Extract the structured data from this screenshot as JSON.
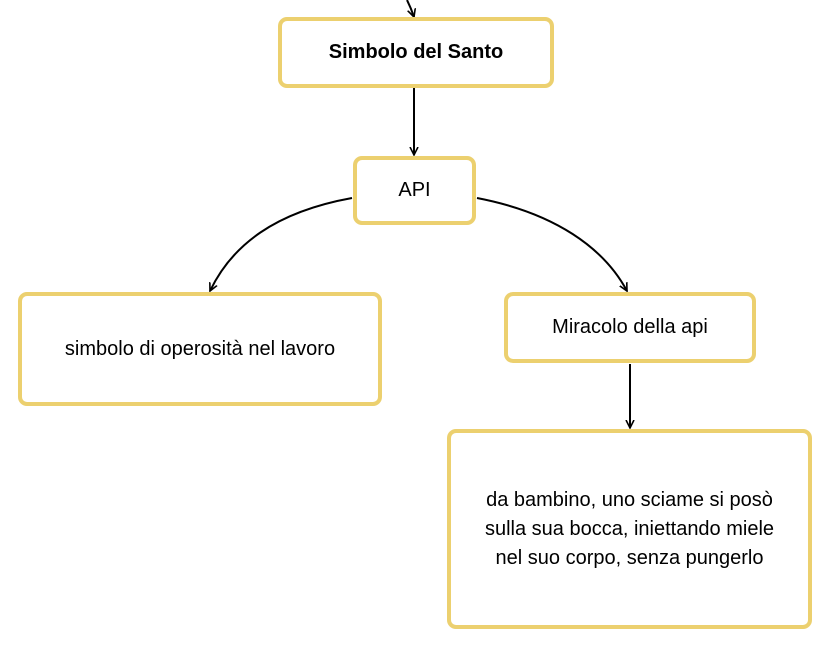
{
  "diagram": {
    "nodes": {
      "simbolo": {
        "label": "Simbolo del Santo"
      },
      "api": {
        "label": "API"
      },
      "operosita": {
        "label": "simbolo di operosità nel lavoro"
      },
      "miracolo": {
        "label": "Miracolo della api"
      },
      "descrizione": {
        "lines": [
          "da bambino, uno sciame si posò",
          "sulla sua bocca, iniettando miele",
          "nel suo corpo, senza pungerlo"
        ]
      }
    },
    "edges": [
      {
        "from": "top",
        "to": "simbolo"
      },
      {
        "from": "simbolo",
        "to": "api"
      },
      {
        "from": "api",
        "to": "operosita"
      },
      {
        "from": "api",
        "to": "miracolo"
      },
      {
        "from": "miracolo",
        "to": "descrizione"
      }
    ],
    "colors": {
      "node_border": "#ecd06f",
      "node_fill": "#ffffff",
      "connector": "#000000",
      "text": "#000000"
    }
  }
}
